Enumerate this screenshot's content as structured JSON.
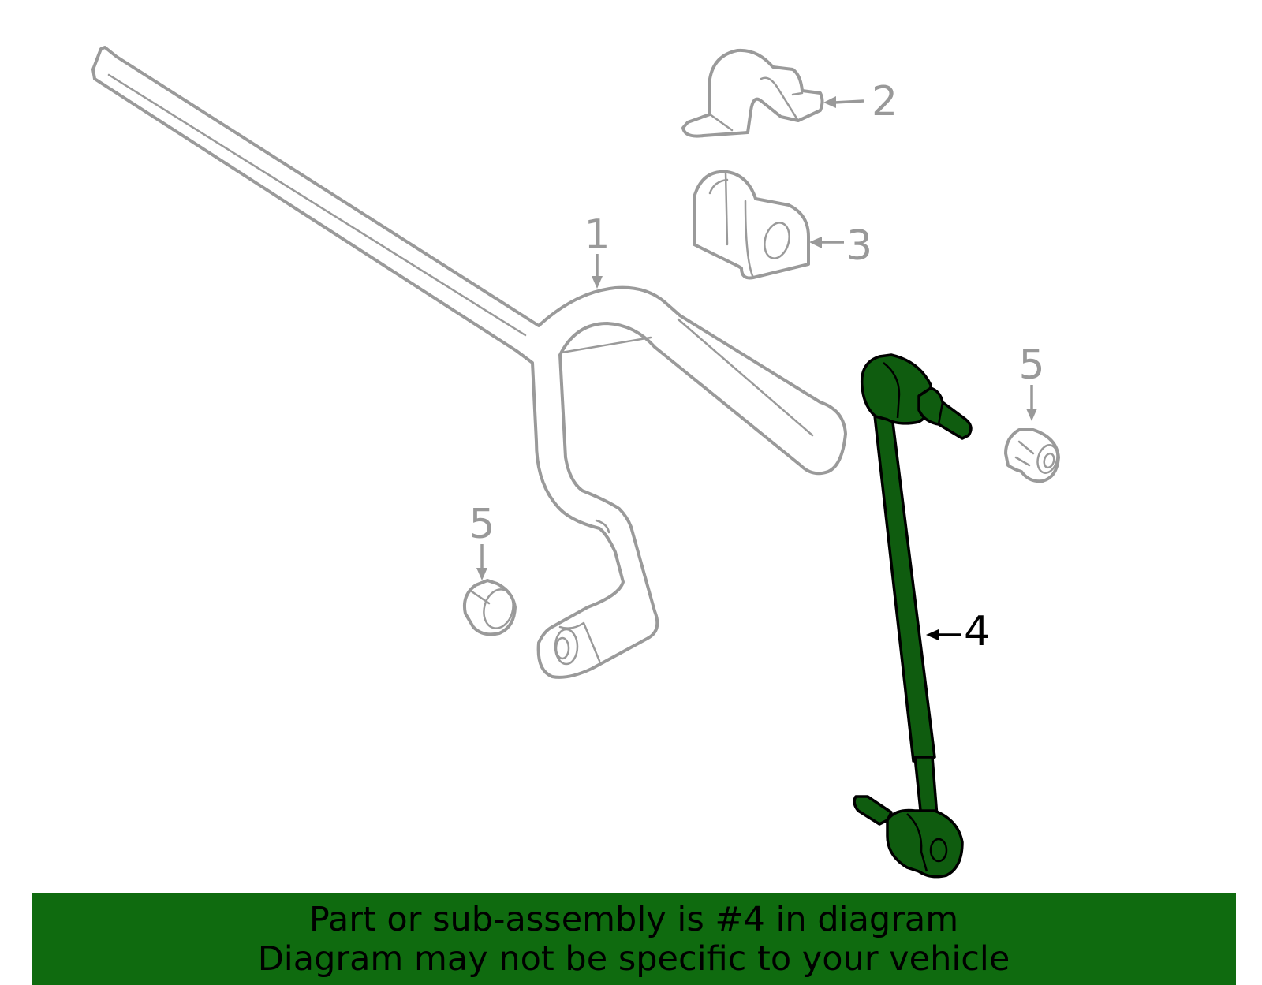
{
  "diagram": {
    "callouts": [
      {
        "id": "1",
        "label": "1"
      },
      {
        "id": "2",
        "label": "2"
      },
      {
        "id": "3",
        "label": "3"
      },
      {
        "id": "4",
        "label": "4"
      },
      {
        "id": "5a",
        "label": "5"
      },
      {
        "id": "5b",
        "label": "5"
      }
    ],
    "highlighted_part": "4",
    "colors": {
      "part_outline": "#9a9a9a",
      "highlight_fill": "#0f5c0f",
      "banner_bg": "#0f6b0f"
    }
  },
  "banner": {
    "line1": "Part or sub-assembly is #4 in diagram",
    "line2": "Diagram may not be specific to your vehicle"
  }
}
